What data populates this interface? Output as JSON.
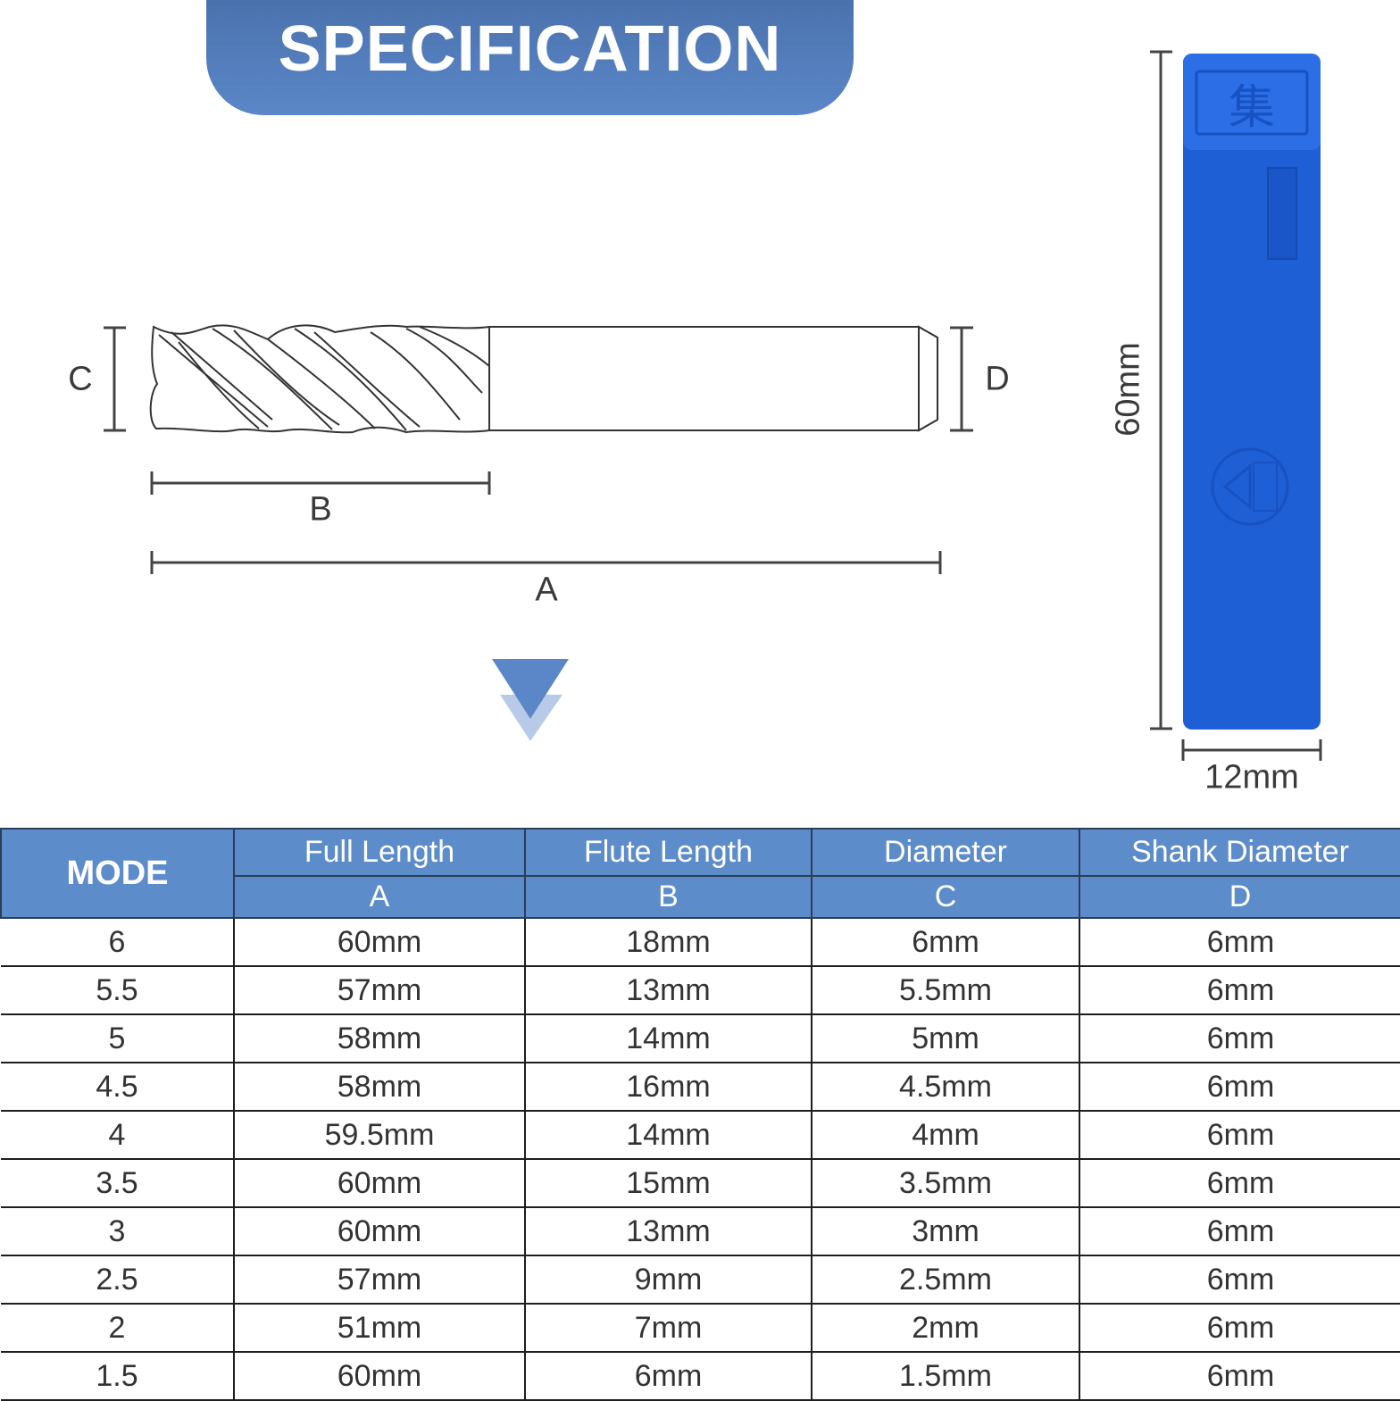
{
  "banner": {
    "title": "SPECIFICATION"
  },
  "diagram": {
    "label_c": "C",
    "label_d": "D",
    "label_b": "B",
    "label_a": "A",
    "label_height": "60mm",
    "label_width": "12mm",
    "case_color": "#1e5fd6",
    "arrow_color": "#5b87c8"
  },
  "table": {
    "header_mode": "MODE",
    "columns": [
      {
        "name": "Full Length",
        "letter": "A"
      },
      {
        "name": "Flute Length",
        "letter": "B"
      },
      {
        "name": "Diameter",
        "letter": "C"
      },
      {
        "name": "Shank Diameter",
        "letter": "D"
      }
    ],
    "rows": [
      [
        "6",
        "60mm",
        "18mm",
        "6mm",
        "6mm"
      ],
      [
        "5.5",
        "57mm",
        "13mm",
        "5.5mm",
        "6mm"
      ],
      [
        "5",
        "58mm",
        "14mm",
        "5mm",
        "6mm"
      ],
      [
        "4.5",
        "58mm",
        "16mm",
        "4.5mm",
        "6mm"
      ],
      [
        "4",
        "59.5mm",
        "14mm",
        "4mm",
        "6mm"
      ],
      [
        "3.5",
        "60mm",
        "15mm",
        "3.5mm",
        "6mm"
      ],
      [
        "3",
        "60mm",
        "13mm",
        "3mm",
        "6mm"
      ],
      [
        "2.5",
        "57mm",
        "9mm",
        "2.5mm",
        "6mm"
      ],
      [
        "2",
        "51mm",
        "7mm",
        "2mm",
        "6mm"
      ],
      [
        "1.5",
        "60mm",
        "6mm",
        "1.5mm",
        "6mm"
      ]
    ],
    "header_color": "#5d8ccb"
  }
}
